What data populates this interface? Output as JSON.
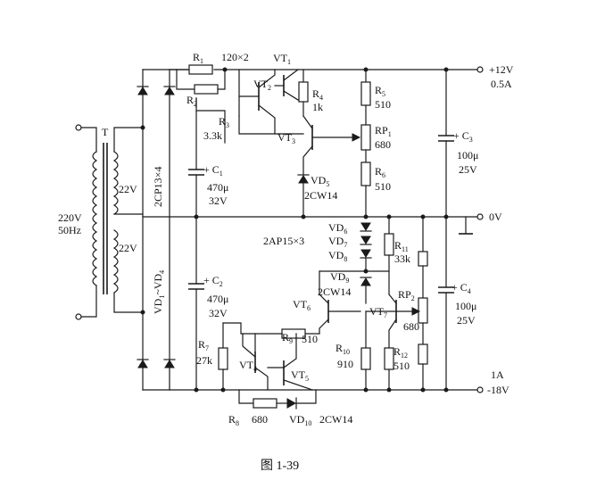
{
  "caption": "图 1-39",
  "transformer": {
    "label": "T",
    "input_voltage": "220V",
    "input_freq": "50Hz",
    "sec_upper": "22V",
    "sec_lower": "22V"
  },
  "bridge": {
    "upper_label": "2CP13×4",
    "lower_label": "VD",
    "lower_sub1": "1",
    "lower_mid": "~VD",
    "lower_sub2": "4"
  },
  "outputs": {
    "pos_voltage": "+12V",
    "pos_current": "0.5A",
    "zero": "0V",
    "neg_current": "1A",
    "neg_voltage": "-18V"
  },
  "components": {
    "R1": {
      "name": "R",
      "sub": "1"
    },
    "R2": {
      "name": "R",
      "sub": "2"
    },
    "R12x": {
      "value": "120×2"
    },
    "VT1": {
      "name": "VT",
      "sub": "1"
    },
    "VT2": {
      "name": "VT",
      "sub": "2"
    },
    "R3": {
      "name": "R",
      "sub": "3",
      "value": "3.3k"
    },
    "R4": {
      "name": "R",
      "sub": "4",
      "value": "1k"
    },
    "R5": {
      "name": "R",
      "sub": "5",
      "value": "510"
    },
    "RP1": {
      "name": "RP",
      "sub": "1",
      "value": "680"
    },
    "R6": {
      "name": "R",
      "sub": "6",
      "value": "510"
    },
    "VT3": {
      "name": "VT",
      "sub": "3"
    },
    "VD5": {
      "name": "VD",
      "sub": "5",
      "value": "2CW14"
    },
    "C1": {
      "name": "C",
      "sub": "1",
      "value1": "470μ",
      "value2": "32V"
    },
    "C2": {
      "name": "C",
      "sub": "2",
      "value1": "470μ",
      "value2": "32V"
    },
    "C3": {
      "name": "C",
      "sub": "3",
      "value1": "100μ",
      "value2": "25V"
    },
    "C4": {
      "name": "C",
      "sub": "4",
      "value1": "100μ",
      "value2": "25V"
    },
    "VD6": {
      "name": "VD",
      "sub": "6"
    },
    "VD7": {
      "name": "VD",
      "sub": "7",
      "group": "2AP15×3"
    },
    "VD8": {
      "name": "VD",
      "sub": "8"
    },
    "VD9": {
      "name": "VD",
      "sub": "9",
      "value": "2CW14"
    },
    "R11": {
      "name": "R",
      "sub": "11",
      "value": "33k"
    },
    "RP2": {
      "name": "RP",
      "sub": "2",
      "value": "680"
    },
    "VT6": {
      "name": "VT",
      "sub": "6"
    },
    "VT7": {
      "name": "VT",
      "sub": "7"
    },
    "R9": {
      "name": "R",
      "sub": "9",
      "value": "510"
    },
    "R10": {
      "name": "R",
      "sub": "10",
      "value": "910"
    },
    "R12": {
      "name": "R",
      "sub": "12",
      "value": "510"
    },
    "R7": {
      "name": "R",
      "sub": "7",
      "value": "27k"
    },
    "VT4": {
      "name": "VT",
      "sub": "4"
    },
    "VT5": {
      "name": "VT",
      "sub": "5"
    },
    "R8": {
      "name": "R",
      "sub": "8",
      "value": "680"
    },
    "VD10": {
      "name": "VD",
      "sub": "10",
      "value": "2CW14"
    }
  }
}
